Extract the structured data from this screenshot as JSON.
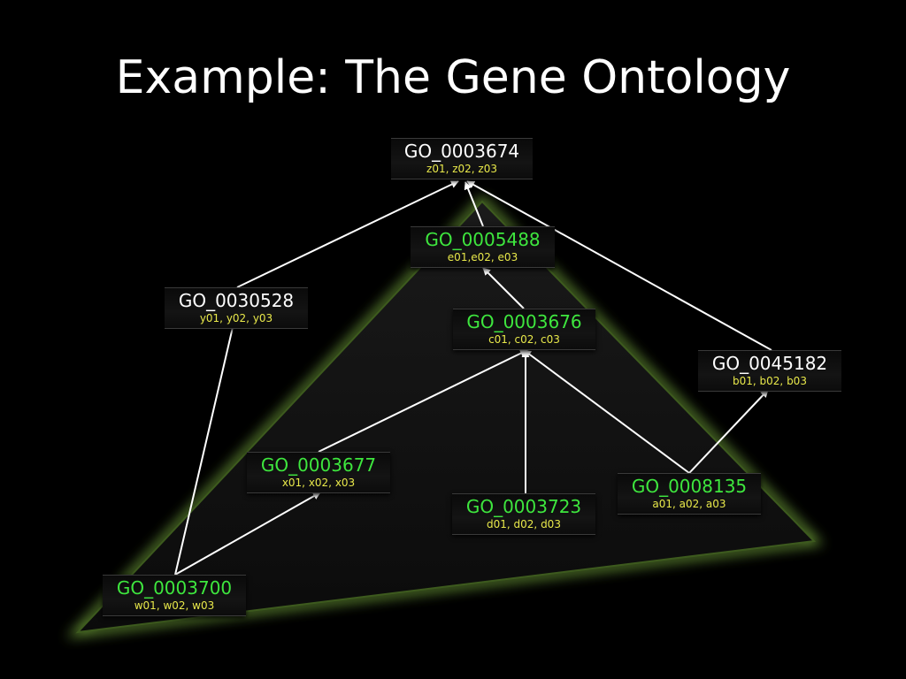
{
  "slide": {
    "title": "Example: The Gene Ontology"
  },
  "colors": {
    "background": "#000000",
    "title_text": "#ffffff",
    "edge": "#ffffff",
    "gene_text": "#e8e84a",
    "triangle_glow": "#7cb342",
    "triangle_fill": "#0d0d0d"
  },
  "nodes": [
    {
      "key": "n3674",
      "id": "GO_0003674",
      "genes": "z01, z02, z03",
      "color": "#ffffff"
    },
    {
      "key": "n5488",
      "id": "GO_0005488",
      "genes": "e01,e02, e03",
      "color": "#3ee63e"
    },
    {
      "key": "n30528",
      "id": "GO_0030528",
      "genes": "y01, y02, y03",
      "color": "#ffffff"
    },
    {
      "key": "n3676",
      "id": "GO_0003676",
      "genes": "c01, c02, c03",
      "color": "#3ee63e"
    },
    {
      "key": "n45182",
      "id": "GO_0045182",
      "genes": "b01, b02, b03",
      "color": "#ffffff"
    },
    {
      "key": "n3677",
      "id": "GO_0003677",
      "genes": "x01, x02, x03",
      "color": "#3ee63e"
    },
    {
      "key": "n8135",
      "id": "GO_0008135",
      "genes": "a01, a02, a03",
      "color": "#3ee63e"
    },
    {
      "key": "n3723",
      "id": "GO_0003723",
      "genes": "d01, d02, d03",
      "color": "#3ee63e"
    },
    {
      "key": "n3700",
      "id": "GO_0003700",
      "genes": "w01, w02, w03",
      "color": "#3ee63e"
    }
  ],
  "edges": [
    {
      "from": "n5488",
      "to": "n3674"
    },
    {
      "from": "n30528",
      "to": "n3674"
    },
    {
      "from": "n45182",
      "to": "n3674"
    },
    {
      "from": "n3676",
      "to": "n5488"
    },
    {
      "from": "n3677",
      "to": "n3676"
    },
    {
      "from": "n3723",
      "to": "n3676"
    },
    {
      "from": "n8135",
      "to": "n3676"
    },
    {
      "from": "n8135",
      "to": "n45182"
    },
    {
      "from": "n3700",
      "to": "n30528"
    },
    {
      "from": "n3700",
      "to": "n3677"
    }
  ]
}
